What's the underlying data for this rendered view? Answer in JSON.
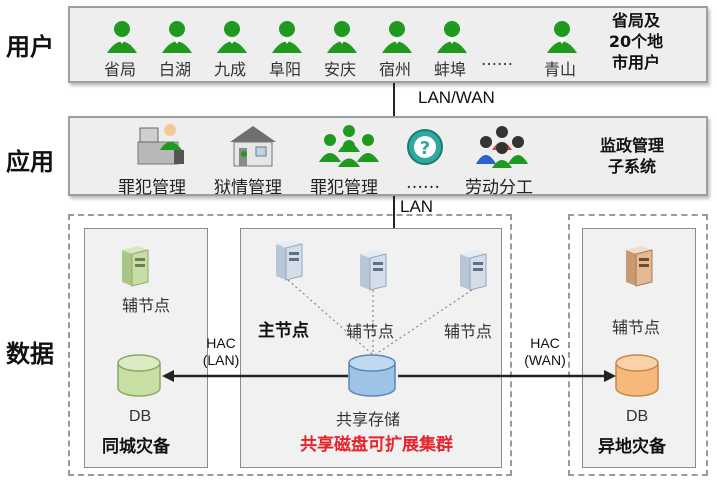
{
  "layers": {
    "user": "用户",
    "app": "应用",
    "data": "数据"
  },
  "users": {
    "names": [
      "省局",
      "白湖",
      "九成",
      "阜阳",
      "安庆",
      "宿州",
      "蚌埠",
      "……",
      "青山"
    ],
    "side_title_l1": "省局及",
    "side_title_l2": "20个地",
    "side_title_l3": "市用户"
  },
  "links": {
    "lan_wan": "LAN/WAN",
    "lan": "LAN"
  },
  "apps": {
    "items": [
      "罪犯管理",
      "狱情管理",
      "罪犯管理",
      "……",
      "劳动分工"
    ],
    "side_title_l1": "监政管理",
    "side_title_l2": "子系统"
  },
  "data": {
    "left": {
      "aux_node": "辅节点",
      "db": "DB",
      "title": "同城灾备"
    },
    "center": {
      "main_node": "主节点",
      "aux_node_1": "辅节点",
      "aux_node_2": "辅节点",
      "storage": "共享存储",
      "cluster": "共享磁盘可扩展集群"
    },
    "right": {
      "aux_node": "辅节点",
      "db": "DB",
      "title": "异地灾备"
    },
    "hac_left_l1": "HAC",
    "hac_left_l2": "(LAN)",
    "hac_right_l1": "HAC",
    "hac_right_l2": "(WAN)"
  },
  "colors": {
    "user_green": "#1f9a1f",
    "db_green": "#c7dfa0",
    "db_blue": "#9dc3e6",
    "db_orange": "#f6b97b",
    "cluster_red": "#e8232a"
  }
}
